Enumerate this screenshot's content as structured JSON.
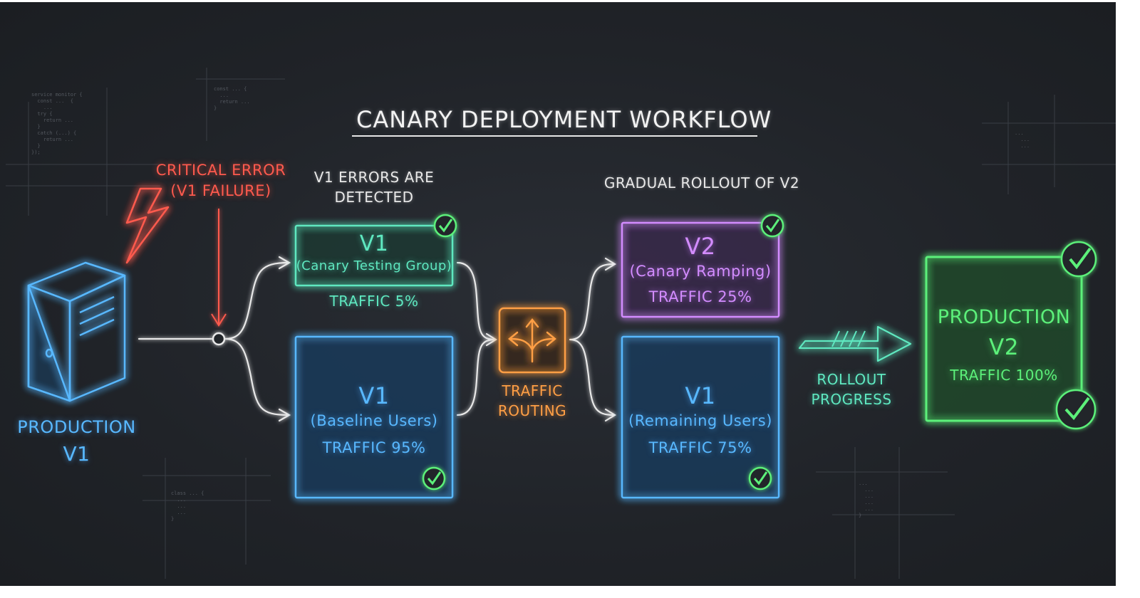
{
  "title": "CANARY DEPLOYMENT WORKFLOW",
  "error": {
    "line1": "CRITICAL ERROR",
    "line2": "(V1 FAILURE)"
  },
  "detected": {
    "line1": "V1 ERRORS ARE",
    "line2": "DETECTED"
  },
  "rollout_label": "GRADUAL ROLLOUT OF V2",
  "production_v1": {
    "line1": "PRODUCTION",
    "line2": "V1"
  },
  "canary_v1": {
    "version": "V1",
    "group": "(Canary Testing Group)",
    "traffic": "TRAFFIC 5%"
  },
  "baseline_v1": {
    "version": "V1",
    "group": "(Baseline Users)",
    "traffic": "TRAFFIC 95%"
  },
  "routing": {
    "line1": "TRAFFIC",
    "line2": "ROUTING"
  },
  "canary_v2": {
    "version": "V2",
    "group": "(Canary Ramping)",
    "traffic": "TRAFFIC 25%"
  },
  "remaining_v1": {
    "version": "V1",
    "group": "(Remaining Users)",
    "traffic": "TRAFFIC 75%"
  },
  "progress": {
    "line1": "ROLLOUT",
    "line2": "PROGRESS"
  },
  "production_v2": {
    "line1": "PRODUCTION",
    "line2": "V2",
    "traffic": "TRAFFIC 100%"
  },
  "colors": {
    "background": "#202328",
    "error": "#ff5a4e",
    "canary_v1": "#5fe8c0",
    "baseline": "#58b8ff",
    "canary_v2": "#d38cff",
    "routing": "#ff9f45",
    "production_v2": "#5cf07a",
    "arrow": "#e8e8e8",
    "check": "#5cf07a"
  },
  "icons": [
    "server-icon",
    "lightning-bolt-icon",
    "routing-split-icon",
    "check-icon"
  ]
}
